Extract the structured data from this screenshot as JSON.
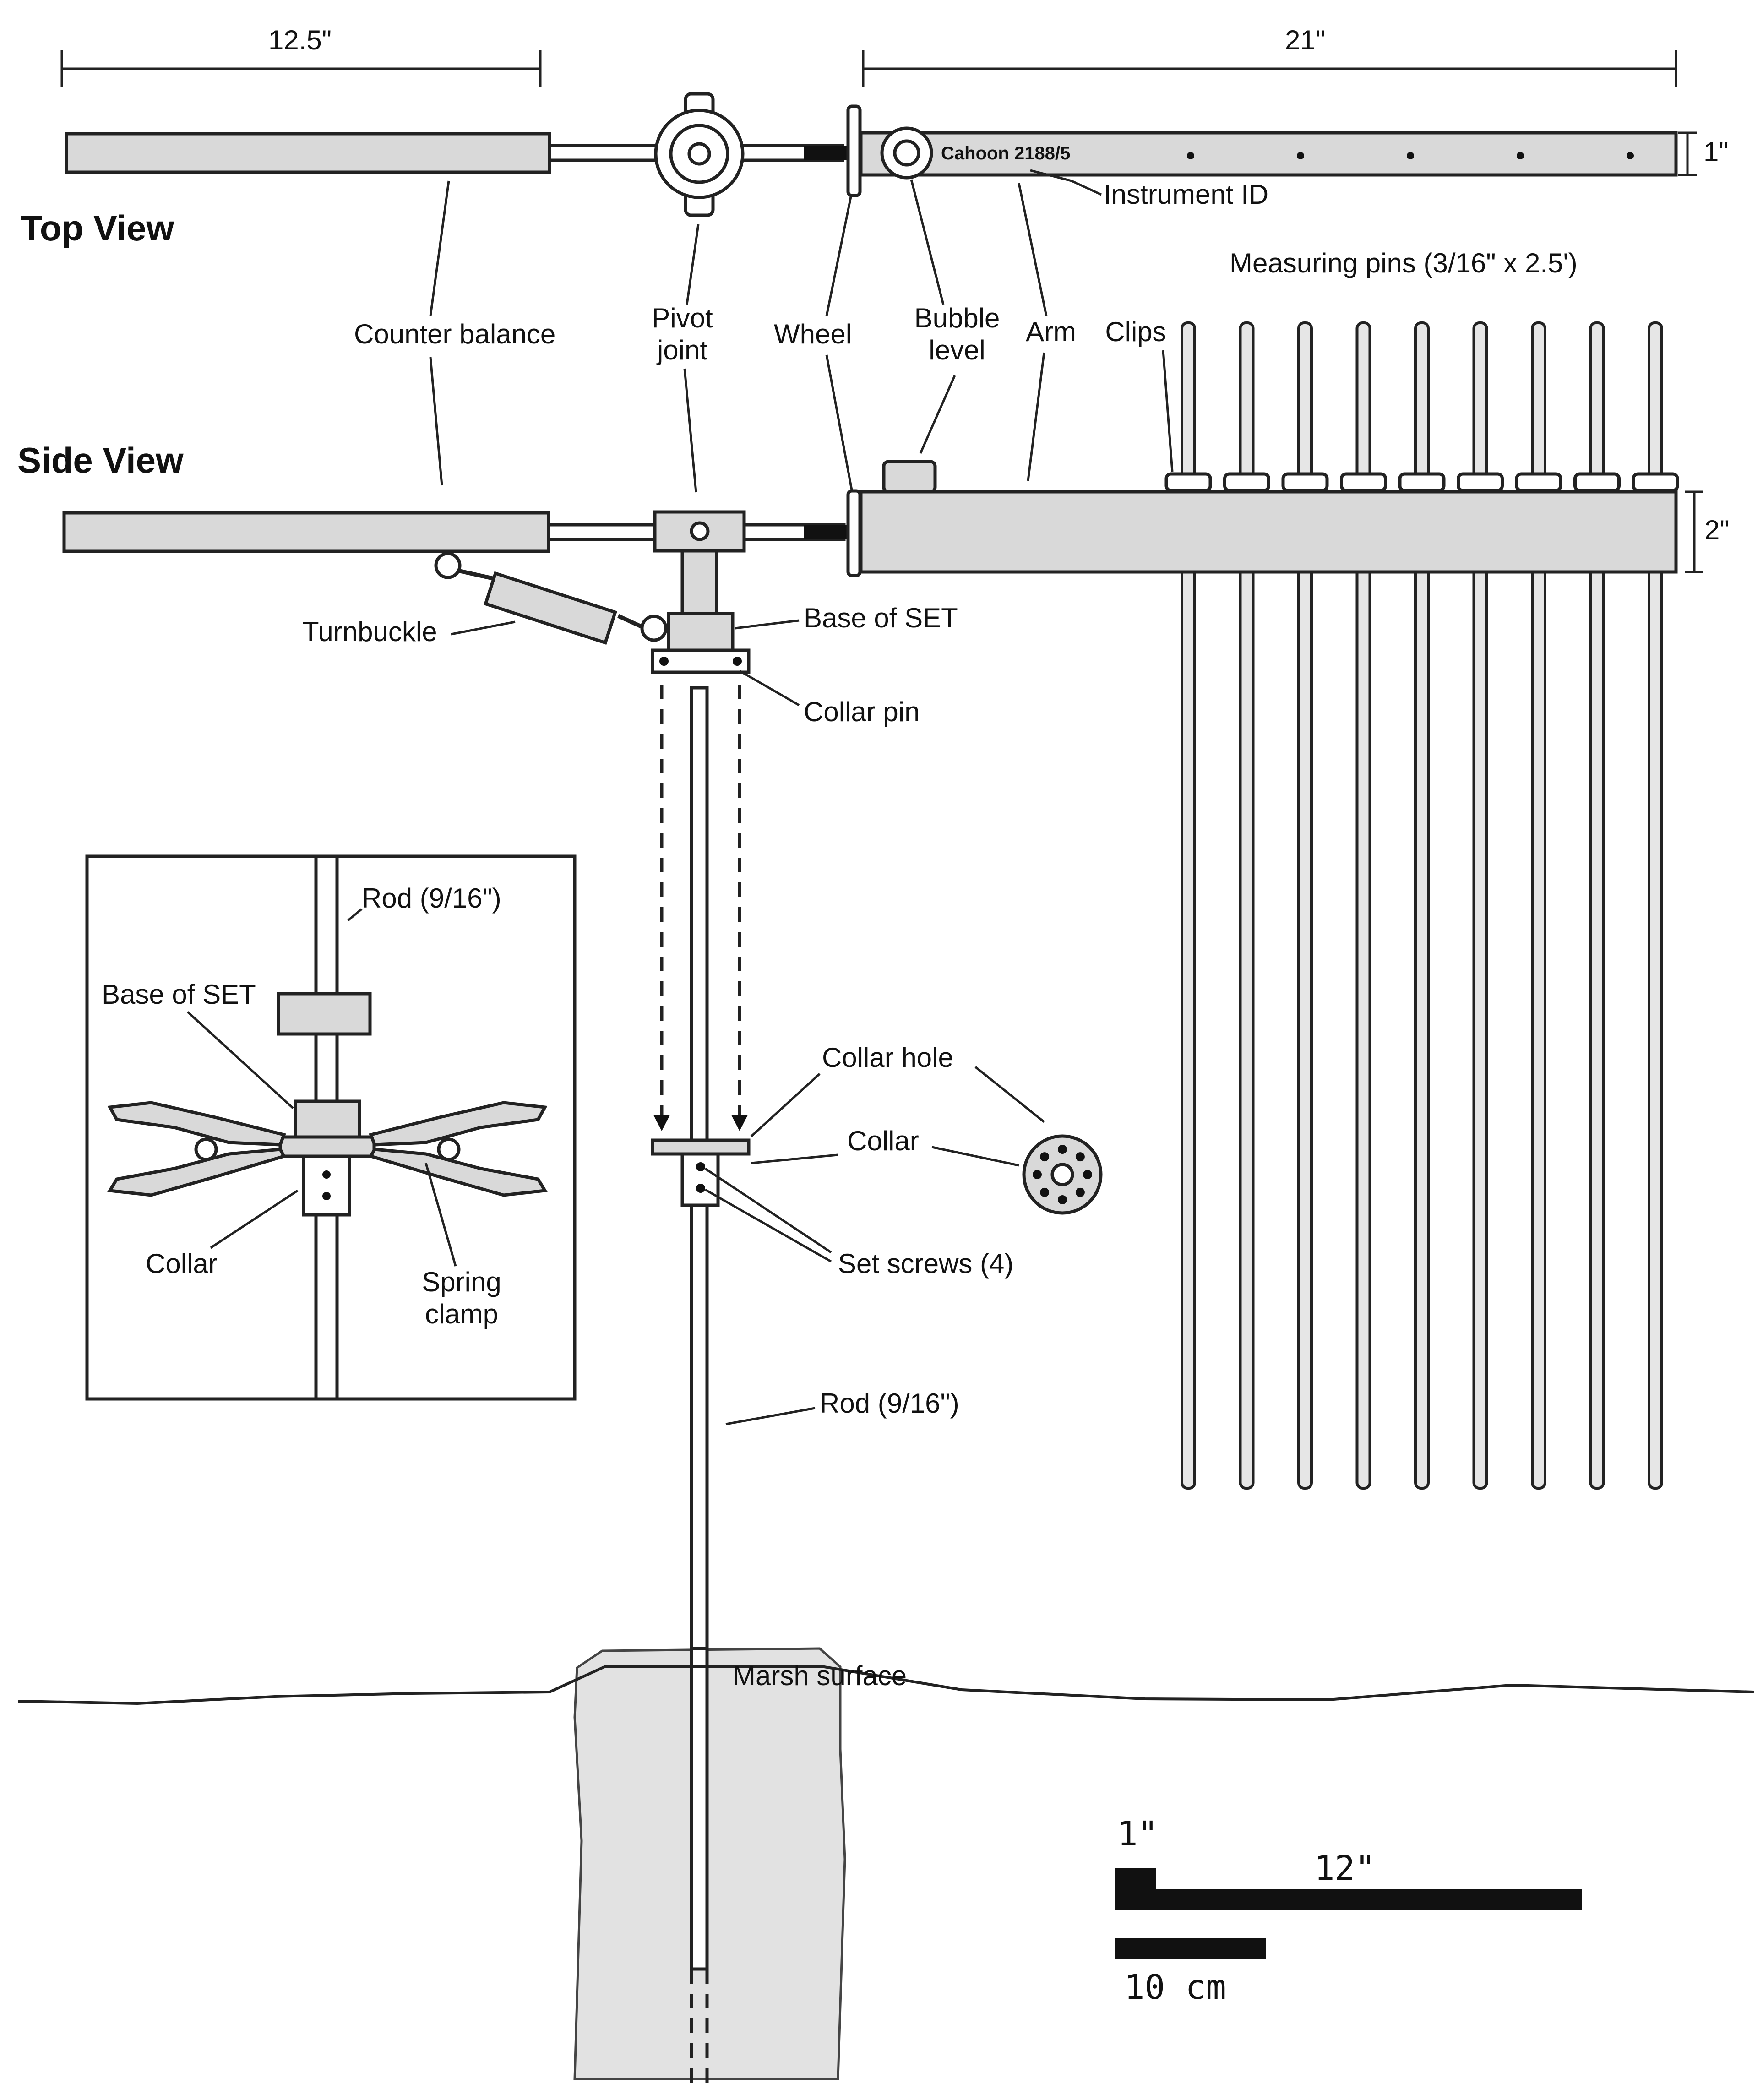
{
  "dimensions": {
    "counterbalance_length": "12.5\"",
    "arm_length": "21\"",
    "arm_width": "1\"",
    "arm_height": "2\""
  },
  "views": {
    "top": "Top View",
    "side": "Side View"
  },
  "labels": {
    "counter_balance": "Counter balance",
    "pivot_joint_1": "Pivot",
    "pivot_joint_2": "joint",
    "wheel": "Wheel",
    "bubble_level_1": "Bubble",
    "bubble_level_2": "level",
    "arm": "Arm",
    "clips": "Clips",
    "instrument_id": "Instrument ID",
    "arm_id_text": "Cahoon 2188/5",
    "measuring_pins": "Measuring pins (3/16\" x 2.5')",
    "turnbuckle": "Turnbuckle",
    "base_of_set": "Base of SET",
    "collar_pin": "Collar pin",
    "collar_hole": "Collar hole",
    "collar": "Collar",
    "set_screws": "Set screws (4)",
    "rod": "Rod (9/16\")",
    "marsh_surface": "Marsh surface"
  },
  "inset": {
    "rod": "Rod (9/16\")",
    "base_of_set": "Base of SET",
    "collar": "Collar",
    "spring_clamp_1": "Spring",
    "spring_clamp_2": "clamp"
  },
  "scale_bar": {
    "small": "1\"",
    "large": "12\"",
    "metric": "10 cm"
  },
  "measuring_pin_count": 9
}
